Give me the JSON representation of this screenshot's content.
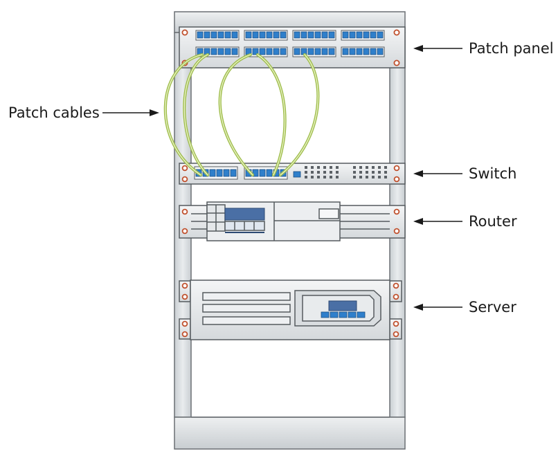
{
  "callouts": {
    "patch_panel": "Patch panel",
    "patch_cables": "Patch cables",
    "switch": "Switch",
    "router": "Router",
    "server": "Server"
  },
  "colors": {
    "rail_fill": "#dfe3e6",
    "rack_frame_fill": "#d7dbde",
    "device_fill": "#e7eaec",
    "device_panel_fill": "#f2f3f4",
    "port_fill": "#2f7fcb",
    "screw_ring": "#c0502d",
    "cable_outer": "#9fbd4d",
    "cable_inner": "#e9f3c4",
    "display_fill": "#4a6fa5"
  },
  "icons": {
    "arrow": "left-pointing-arrow",
    "screw": "mounting-screw",
    "port": "rj45-port"
  }
}
